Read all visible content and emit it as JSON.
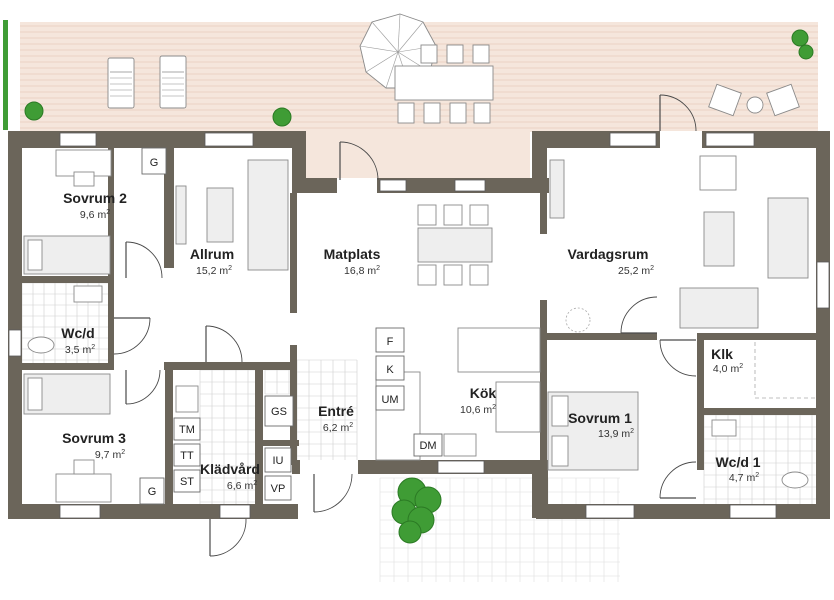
{
  "colors": {
    "wall": "#6b655a",
    "deck": "#f5e6dc",
    "deck_line": "#e6cdbd",
    "tile_line": "#cfcfcf",
    "plant": "#3f9c35",
    "plant_dark": "#2b7a24"
  },
  "area_unit": "m",
  "area_exponent": "2",
  "rooms": [
    {
      "id": "sovrum-2",
      "name": "Sovrum 2",
      "area": "9,6"
    },
    {
      "id": "allrum",
      "name": "Allrum",
      "area": "15,2"
    },
    {
      "id": "matplats",
      "name": "Matplats",
      "area": "16,8"
    },
    {
      "id": "vardagsrum",
      "name": "Vardagsrum",
      "area": "25,2"
    },
    {
      "id": "wcd",
      "name": "Wc/d",
      "area": "3,5"
    },
    {
      "id": "klk",
      "name": "Klk",
      "area": "4,0"
    },
    {
      "id": "kok",
      "name": "Kök",
      "area": "10,6"
    },
    {
      "id": "entre",
      "name": "Entré",
      "area": "6,2"
    },
    {
      "id": "sovrum-1",
      "name": "Sovrum 1",
      "area": "13,9"
    },
    {
      "id": "sovrum-3",
      "name": "Sovrum 3",
      "area": "9,7"
    },
    {
      "id": "kladvard",
      "name": "Klädvård",
      "area": "6,6"
    },
    {
      "id": "wcd-1",
      "name": "Wc/d 1",
      "area": "4,7"
    }
  ],
  "fixtures": {
    "g_top": "G",
    "g_bottom": "G",
    "gs": "GS",
    "f": "F",
    "k": "K",
    "um": "UM",
    "dm": "DM",
    "tm": "TM",
    "tt": "TT",
    "st": "ST",
    "iu": "IU",
    "vp": "VP"
  }
}
